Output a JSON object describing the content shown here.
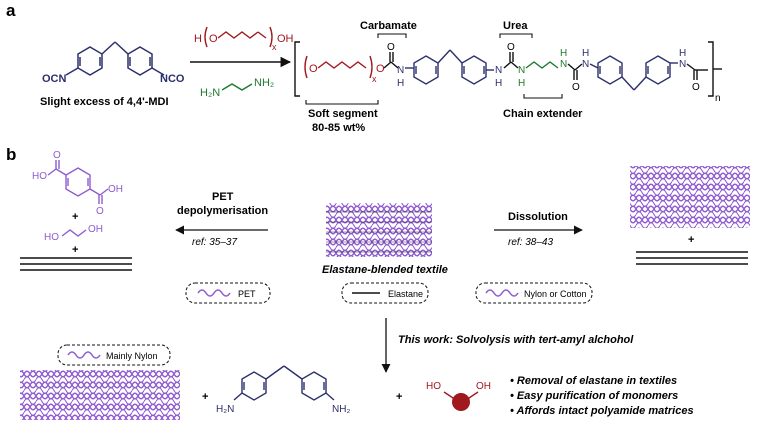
{
  "panel_a": {
    "label": "a",
    "reactant_label": "Slight excess of 4,4'-MDI",
    "isocyanate": "OCN",
    "isocyanate_right": "NCO",
    "polyol_h": "H",
    "polyol_o": "O",
    "polyol_x": "x",
    "polyol_oh": "OH",
    "diamine_left": "H₂N",
    "diamine_right": "NH₂",
    "carbamate": "Carbamate",
    "urea": "Urea",
    "soft_segment": "Soft segment",
    "soft_segment_wt": "80-85 wt%",
    "chain_extender": "Chain extender",
    "atom_O": "O",
    "atom_N": "N",
    "atom_H": "H",
    "sub_x": "x",
    "sub_n": "n"
  },
  "panel_b": {
    "label": "b",
    "pet_title_1": "PET",
    "pet_title_2": "depolymerisation",
    "pet_ref": "ref: 35–37",
    "dissolution": "Dissolution",
    "dissolution_ref": "ref: 38–43",
    "center_label": "Elastane-blended textile",
    "legend_pet": "PET",
    "legend_elastane": "Elastane",
    "legend_nylon": "Nylon or Cotton",
    "legend_mainly_nylon": "Mainly Nylon",
    "this_work": "This work: Solvolysis with tert-amyl alchohol",
    "plus": "+",
    "ho": "HO",
    "oh": "OH",
    "o": "O",
    "h2n": "H₂N",
    "nh2": "NH₂",
    "bullets": [
      "• Removal of elastane in textiles",
      "• Easy purification of monomers",
      "• Affords intact polyamide matrices"
    ]
  },
  "colors": {
    "navy": "#2b2f6b",
    "red": "#a0191e",
    "green": "#1e7a2e",
    "purple": "#8e5bd0",
    "black": "#111111"
  }
}
